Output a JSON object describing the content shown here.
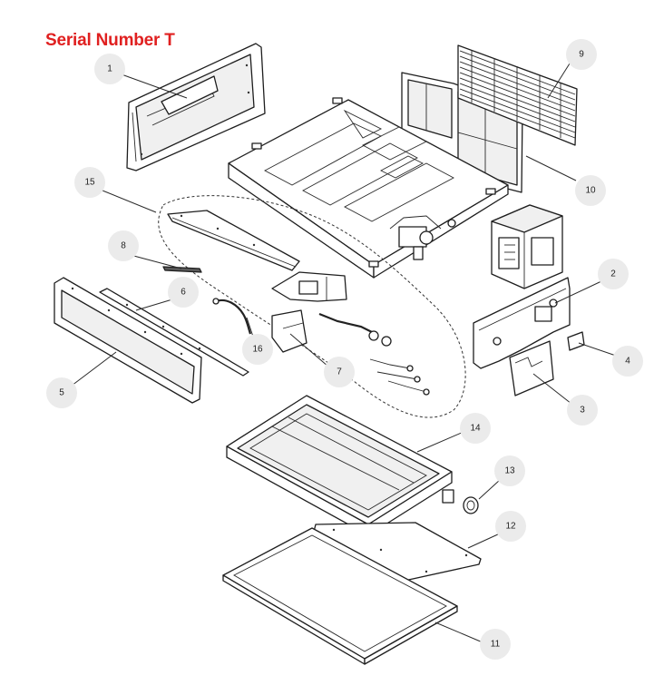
{
  "title": "Serial Number T",
  "callouts": [
    {
      "id": "1",
      "label": "1"
    },
    {
      "id": "2",
      "label": "2"
    },
    {
      "id": "3",
      "label": "3"
    },
    {
      "id": "4",
      "label": "4"
    },
    {
      "id": "5",
      "label": "5"
    },
    {
      "id": "6",
      "label": "6"
    },
    {
      "id": "7",
      "label": "7"
    },
    {
      "id": "8",
      "label": "8"
    },
    {
      "id": "9",
      "label": "9"
    },
    {
      "id": "10",
      "label": "10"
    },
    {
      "id": "11",
      "label": "11"
    },
    {
      "id": "12",
      "label": "12"
    },
    {
      "id": "13",
      "label": "13"
    },
    {
      "id": "14",
      "label": "14"
    },
    {
      "id": "15",
      "label": "15"
    },
    {
      "id": "16",
      "label": "16"
    }
  ],
  "colors": {
    "title": "#e02020",
    "callout_fill": "#ebebeb",
    "line": "#1e1e1e"
  }
}
